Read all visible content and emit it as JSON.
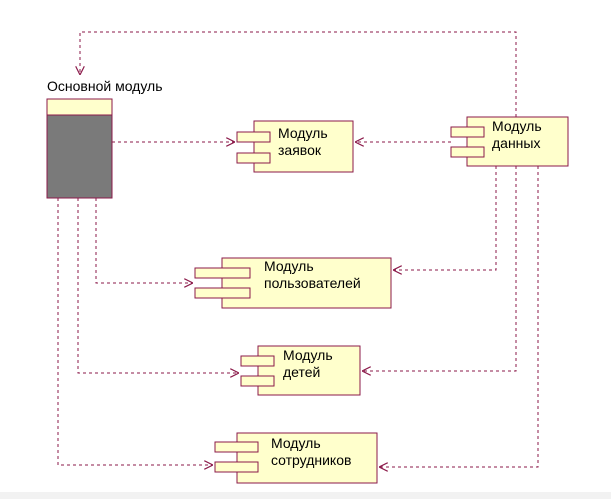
{
  "main_module": {
    "title": "Основной модуль"
  },
  "components": {
    "requests": {
      "line1": "Модуль",
      "line2": "заявок"
    },
    "data": {
      "line1": "Модуль",
      "line2": "данных"
    },
    "users": {
      "line1": "Модуль",
      "line2": "пользователей"
    },
    "children": {
      "line1": "Модуль",
      "line2": "детей"
    },
    "staff": {
      "line1": "Модуль",
      "line2": "сотрудников"
    }
  },
  "colors": {
    "line": "#8b1a4a",
    "component_fill": "#ffffcc",
    "main_fill": "#7a7a7a"
  }
}
